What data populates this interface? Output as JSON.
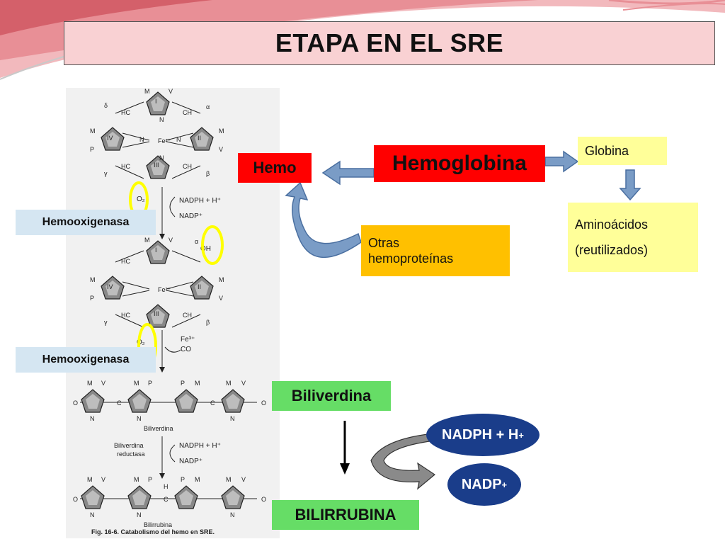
{
  "title": "ETAPA EN EL  SRE",
  "figure": {
    "caption": "Fig. 16-6. Catabolismo del hemo en SRE.",
    "ring_labels": [
      "I",
      "II",
      "III",
      "IV"
    ],
    "greek": [
      "α",
      "β",
      "γ",
      "δ"
    ],
    "subst": {
      "M": "M",
      "V": "V",
      "P": "P",
      "HC": "HC",
      "CH": "CH",
      "N": "N",
      "Fe2": "Fe²⁺",
      "OH": "OH",
      "O": "O",
      "H": "H",
      "C": "C"
    },
    "o2": "O₂",
    "nadph_h": "NADPH + H⁺",
    "nadp": "NADP⁺",
    "fe3": "Fe³⁺",
    "co": "CO",
    "biliverdina": "Biliverdina",
    "reductasa": [
      "Biliverdina",
      "reductasa"
    ],
    "bilirrubina": "Bilirrubina"
  },
  "labels": {
    "hemooxigenasa_1": "Hemooxigenasa",
    "hemooxigenasa_2": "Hemooxigenasa",
    "hemo": "Hemo",
    "hemoglobina": "Hemoglobina",
    "globina": "Globina",
    "aminoacidos_1": "Aminoácidos",
    "aminoacidos_2": "(reutilizados)",
    "otras_1": "Otras",
    "otras_2": "hemoproteínas",
    "biliverdina": "Biliverdina",
    "bilirrubina": "BILIRRUBINA",
    "nadph": "NADPH + H",
    "nadph_sup": "+",
    "nadp": "NADP",
    "nadp_sup": "+"
  },
  "colors": {
    "title_bg": "#f9d1d3",
    "hemo_red": "#ff0000",
    "globina_yellow": "#ffff99",
    "otras_orange": "#ffc000",
    "biliverdina_green": "#66dd66",
    "hemooxigenasa_blue": "#d5e6f2",
    "arrow_blue": "#7a9cc6",
    "ellipse_blue": "#1a3d8a",
    "highlight_yellow": "#ffff00"
  }
}
